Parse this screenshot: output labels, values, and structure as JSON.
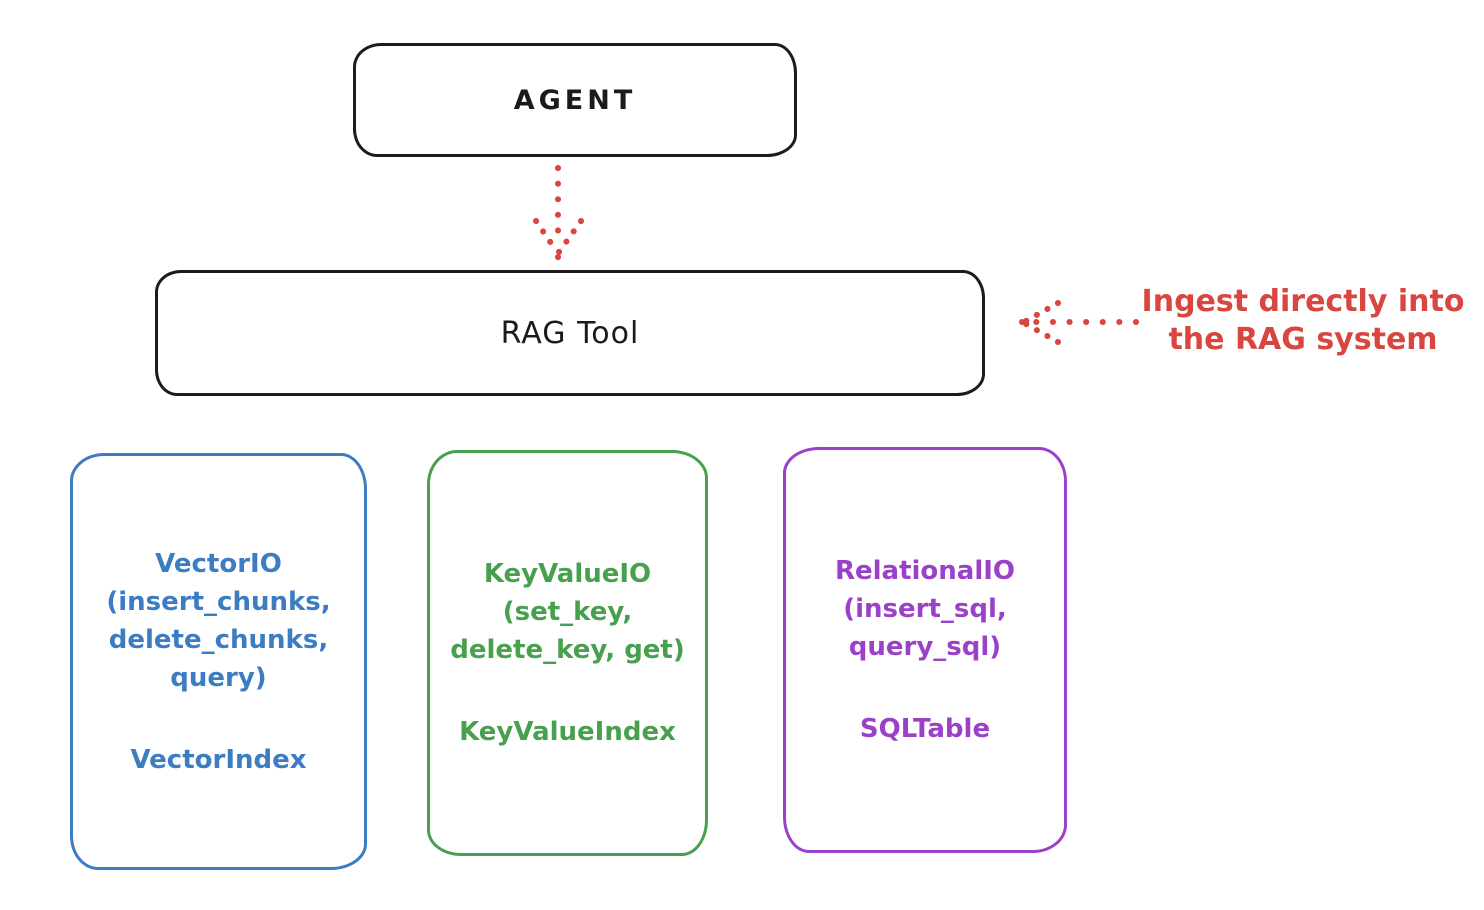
{
  "diagram": {
    "agent_box": {
      "label": "AGENT"
    },
    "rag_tool_box": {
      "label": "RAG Tool"
    },
    "ingest_annotation": {
      "line1": "Ingest directly into",
      "line2": "the RAG system",
      "color": "#d9453f"
    },
    "arrows": {
      "agent_to_rag": {
        "style": "dotted",
        "direction": "down",
        "color": "#d9453f"
      },
      "ingest_to_rag": {
        "style": "dotted",
        "direction": "left",
        "color": "#d9453f"
      }
    },
    "io_boxes": [
      {
        "title": "VectorIO",
        "lines": [
          "VectorIO",
          "(insert_chunks,",
          "delete_chunks,",
          "query)"
        ],
        "index_label": "VectorIndex",
        "color": "#3b7cc3"
      },
      {
        "title": "KeyValueIO",
        "lines": [
          "KeyValueIO",
          "(set_key,",
          "delete_key, get)"
        ],
        "index_label": "KeyValueIndex",
        "color": "#47a04e"
      },
      {
        "title": "RelationalIO",
        "lines": [
          "RelationalIO",
          "(insert_sql,",
          "query_sql)"
        ],
        "index_label": "SQLTable",
        "color": "#9b40c8"
      }
    ]
  }
}
